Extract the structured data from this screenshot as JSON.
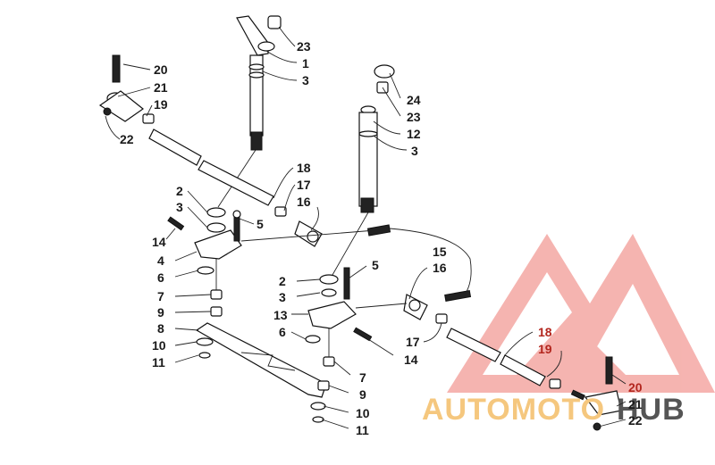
{
  "callouts": [
    {
      "id": "c1",
      "text": "23"
    },
    {
      "id": "c2",
      "text": "1"
    },
    {
      "id": "c3",
      "text": "3"
    },
    {
      "id": "c4",
      "text": "20"
    },
    {
      "id": "c5",
      "text": "21"
    },
    {
      "id": "c6",
      "text": "19"
    },
    {
      "id": "c7",
      "text": "22"
    },
    {
      "id": "c8",
      "text": "24"
    },
    {
      "id": "c9",
      "text": "23"
    },
    {
      "id": "c10",
      "text": "12"
    },
    {
      "id": "c11",
      "text": "3"
    },
    {
      "id": "c12",
      "text": "18"
    },
    {
      "id": "c13",
      "text": "17"
    },
    {
      "id": "c14",
      "text": "16"
    },
    {
      "id": "c15",
      "text": "2"
    },
    {
      "id": "c16",
      "text": "3"
    },
    {
      "id": "c17",
      "text": "5"
    },
    {
      "id": "c18",
      "text": "14"
    },
    {
      "id": "c19",
      "text": "4"
    },
    {
      "id": "c20",
      "text": "6"
    },
    {
      "id": "c21",
      "text": "7"
    },
    {
      "id": "c22",
      "text": "9"
    },
    {
      "id": "c23",
      "text": "8"
    },
    {
      "id": "c24",
      "text": "10"
    },
    {
      "id": "c25",
      "text": "11"
    },
    {
      "id": "c26",
      "text": "15"
    },
    {
      "id": "c27",
      "text": "16"
    },
    {
      "id": "c28",
      "text": "5"
    },
    {
      "id": "c29",
      "text": "2"
    },
    {
      "id": "c30",
      "text": "3"
    },
    {
      "id": "c31",
      "text": "13"
    },
    {
      "id": "c32",
      "text": "6"
    },
    {
      "id": "c33",
      "text": "14"
    },
    {
      "id": "c34",
      "text": "17"
    },
    {
      "id": "c35",
      "text": "7"
    },
    {
      "id": "c36",
      "text": "9"
    },
    {
      "id": "c37",
      "text": "10"
    },
    {
      "id": "c38",
      "text": "11"
    },
    {
      "id": "c39",
      "text": "18"
    },
    {
      "id": "c40",
      "text": "19"
    },
    {
      "id": "c41",
      "text": "20"
    },
    {
      "id": "c42",
      "text": "21"
    },
    {
      "id": "c43",
      "text": "22"
    }
  ],
  "watermark": {
    "part1": "AUTOMOTO",
    "part2": "HUB",
    "color_primary": "#f4a7a3",
    "color_secondary": "#f5c77e",
    "color_tertiary": "#555555"
  }
}
